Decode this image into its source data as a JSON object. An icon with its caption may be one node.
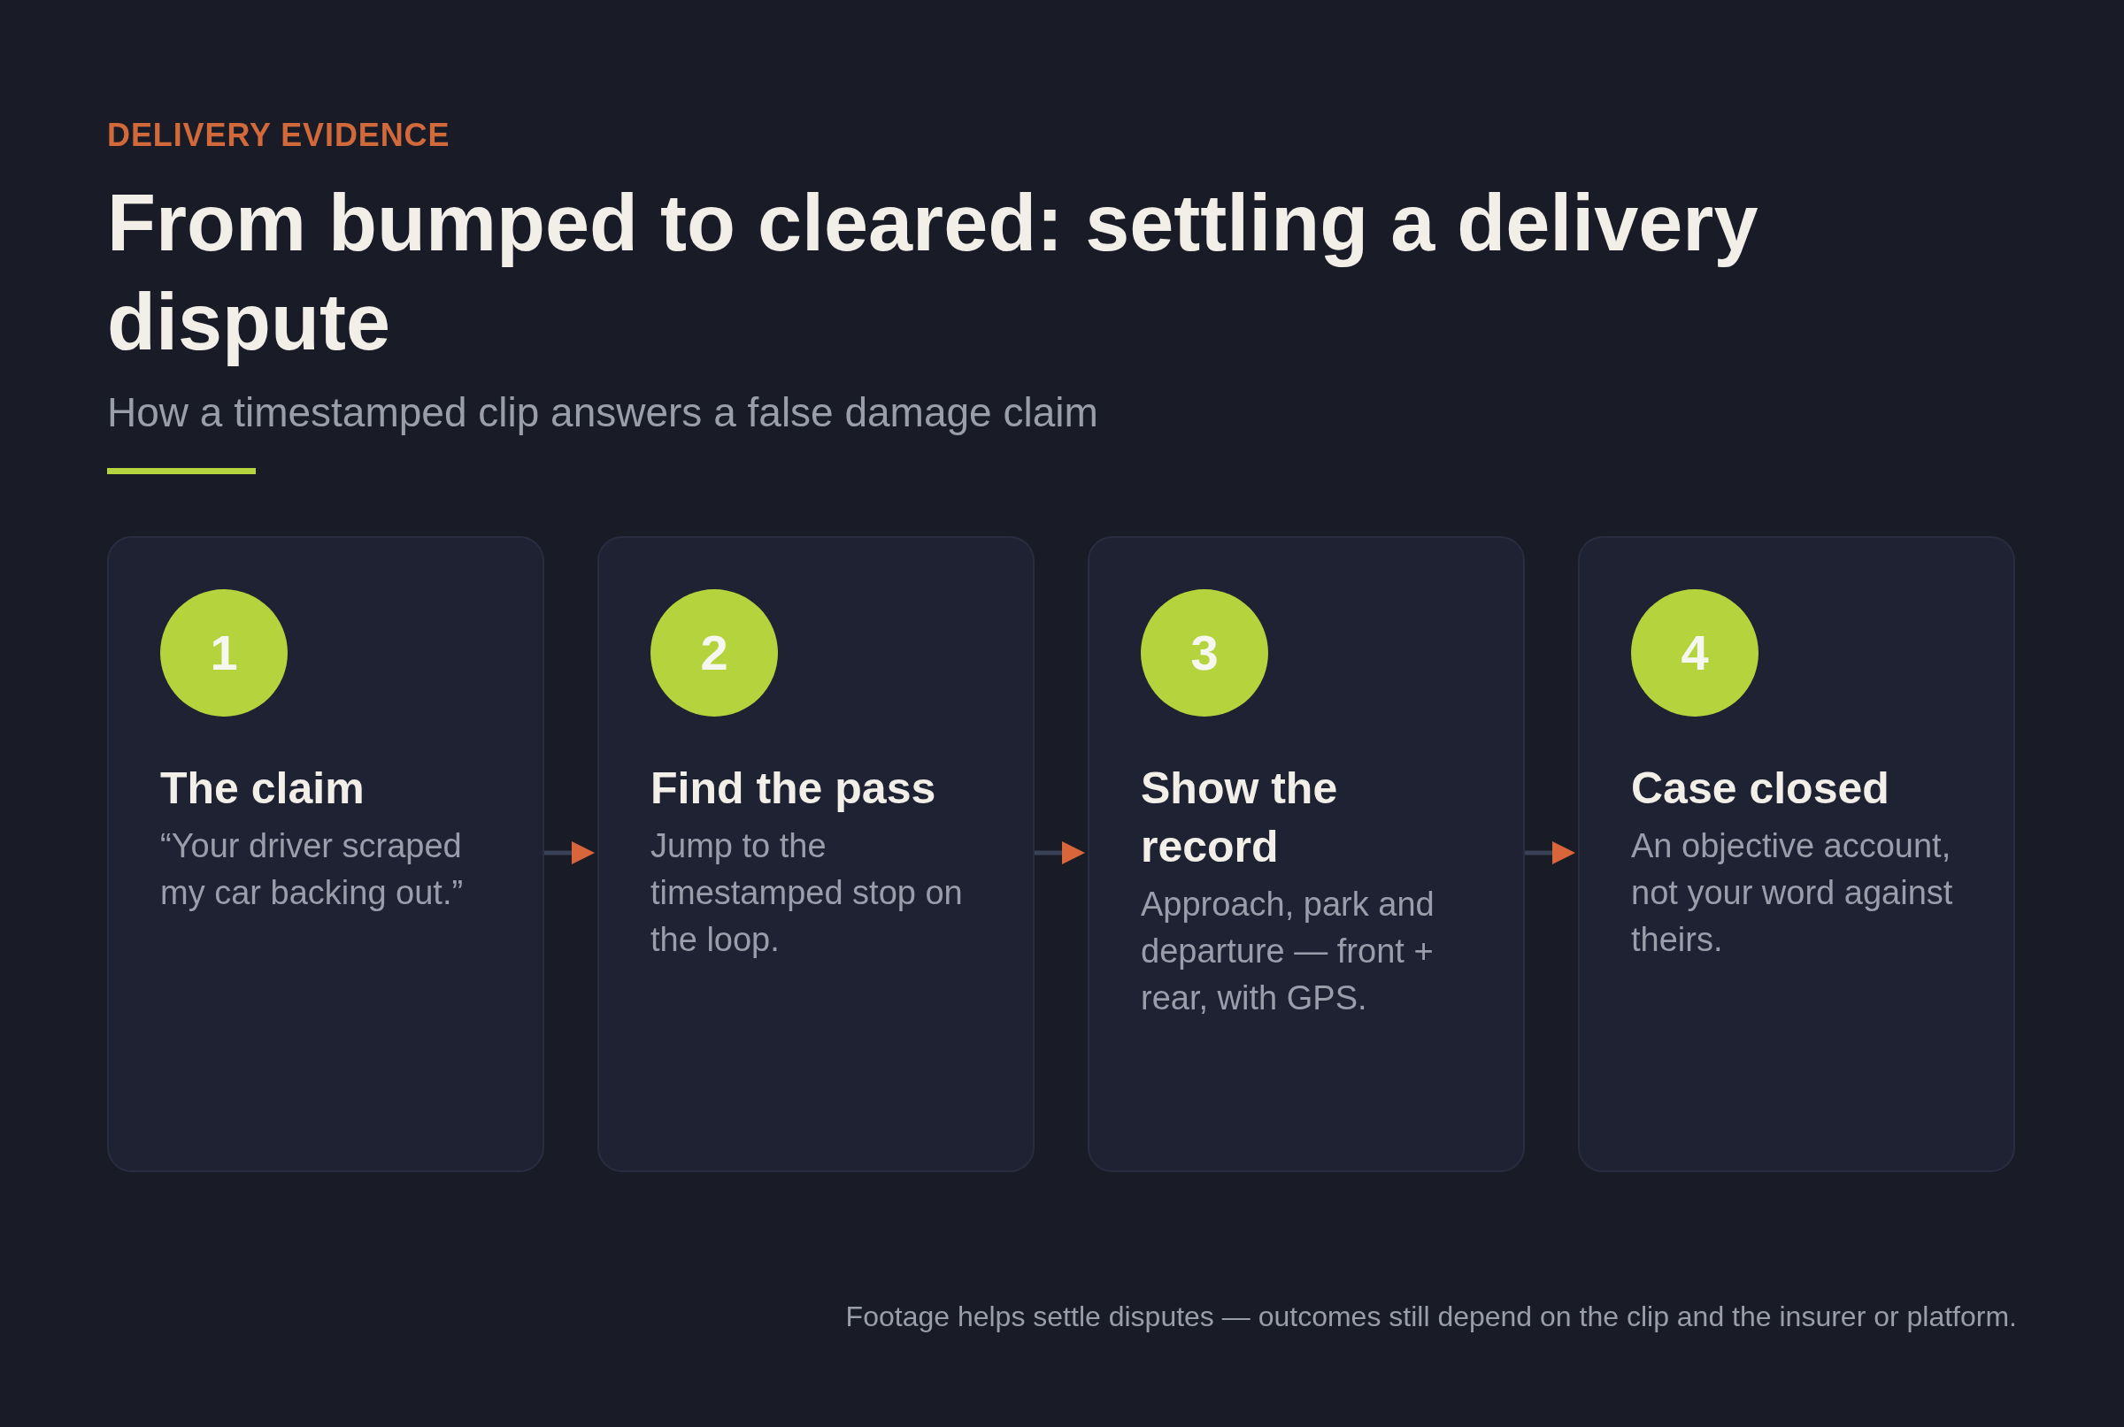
{
  "diagram": {
    "title": "From bumped to cleared: settling a delivery dispute",
    "nodes": [
      {
        "text": [
          "The claim",
          "“Your driver scraped my car backing out.”"
        ]
      },
      {
        "text": [
          "1"
        ],
        "in": 0
      },
      {
        "text": [
          "Find the pass",
          "Jump to the timestamped stop on the loop."
        ]
      },
      {
        "text": [
          "2"
        ],
        "in": 2
      },
      {
        "text": [
          "Show the record",
          "Approach, park and departure — front + rear, with GPS."
        ]
      },
      {
        "text": [
          "3"
        ],
        "in": 4
      },
      {
        "text": [
          "Case closed",
          "An objective account, not your word against theirs."
        ]
      },
      {
        "text": [
          "4"
        ],
        "in": 6
      }
    ],
    "edges": [
      {
        "from": 0,
        "to": 2,
        "arrow": "to"
      },
      {
        "from": 2,
        "to": 4,
        "arrow": "to"
      },
      {
        "from": 4,
        "to": 6,
        "arrow": "to"
      }
    ],
    "labels": [
      "DELIVERY EVIDENCE",
      "How a timestamped clip answers a false damage claim",
      "Footage helps settle disputes — outcomes still depend on the clip and the insurer or platform."
    ]
  }
}
